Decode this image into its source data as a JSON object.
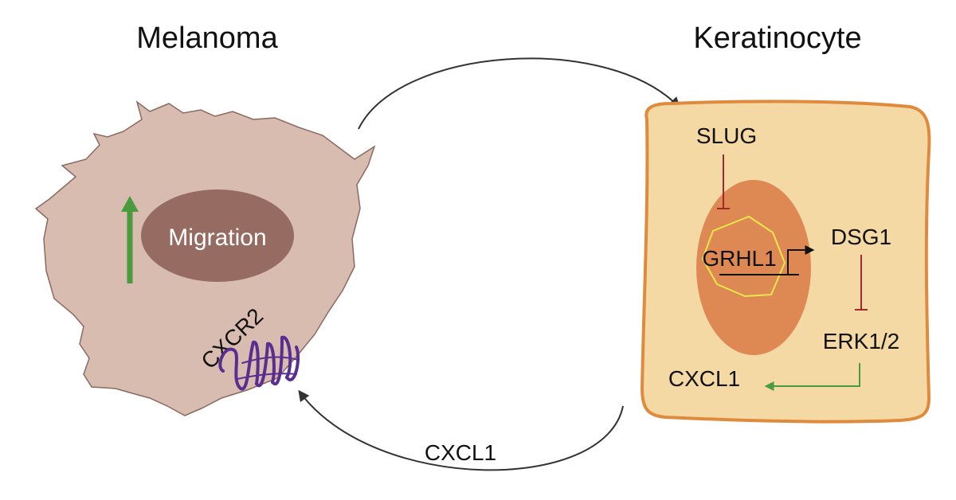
{
  "titles": {
    "melanoma": "Melanoma",
    "keratinocyte": "Keratinocyte"
  },
  "melanoma": {
    "migration_label": "Migration",
    "receptor_label": "CXCR2"
  },
  "keratinocyte": {
    "slug": "SLUG",
    "grhl1": "GRHL1",
    "dsg1": "DSG1",
    "erk": "ERK1/2",
    "cxcl1": "CXCL1"
  },
  "secreted": {
    "cxcl1": "CXCL1"
  },
  "colors": {
    "melanoma_cell": "#d8bcb0",
    "melanoma_nucleus": "#966b61",
    "keratinocyte_cell": "#f5d9a4",
    "keratinocyte_border": "#e08a3e",
    "keratinocyte_nucleus": "#de8954",
    "inhibition": "#a3282a",
    "activation": "#4a9a3e",
    "receptor": "#5a2d91",
    "chromatin": "#e8e84a"
  }
}
